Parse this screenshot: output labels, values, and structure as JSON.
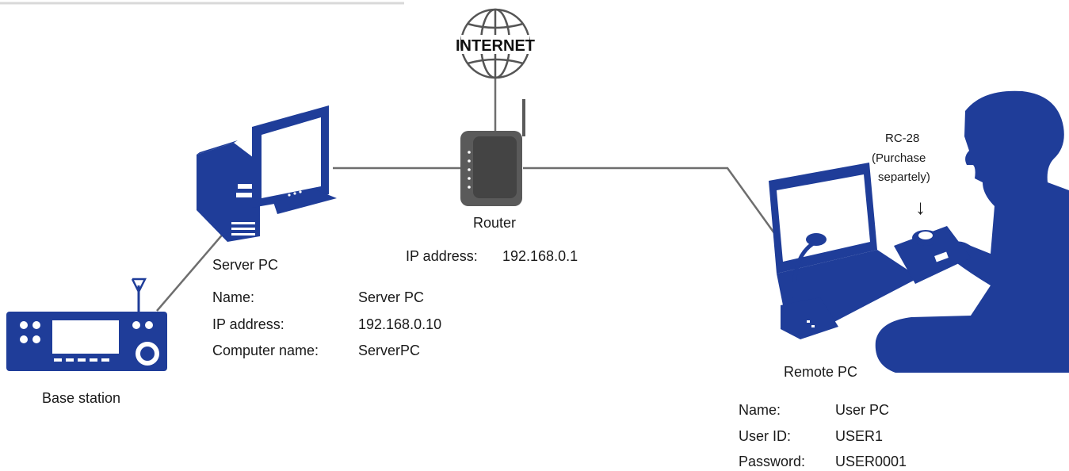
{
  "internet": {
    "label": "INTERNET"
  },
  "router": {
    "label": "Router",
    "ip_label": "IP address:",
    "ip_value": "192.168.0.1"
  },
  "server": {
    "label": "Server PC",
    "rows": [
      {
        "key": "Name:",
        "value": "Server PC"
      },
      {
        "key": "IP address:",
        "value": "192.168.0.10"
      },
      {
        "key": "Computer name:",
        "value": "ServerPC"
      }
    ]
  },
  "base_station": {
    "label": "Base station"
  },
  "remote": {
    "label": "Remote PC",
    "rows": [
      {
        "key": "Name:",
        "value": "User PC"
      },
      {
        "key": "User ID:",
        "value": "USER1"
      },
      {
        "key": "Password:",
        "value": "USER0001"
      }
    ]
  },
  "rc28": {
    "model": "RC-28",
    "note_line1": "(Purchase",
    "note_line2": "separtely)",
    "arrow": "↓"
  },
  "colors": {
    "device_blue": "#1f3d99",
    "router_gray": "#5a5a5a",
    "line_gray": "#6e6e6e"
  },
  "icons": [
    "globe-icon",
    "router-icon",
    "server-pc-icon",
    "base-station-radio-icon",
    "remote-pc-laptop-icon",
    "user-silhouette-icon",
    "rc28-controller-icon",
    "microphone-icon"
  ]
}
